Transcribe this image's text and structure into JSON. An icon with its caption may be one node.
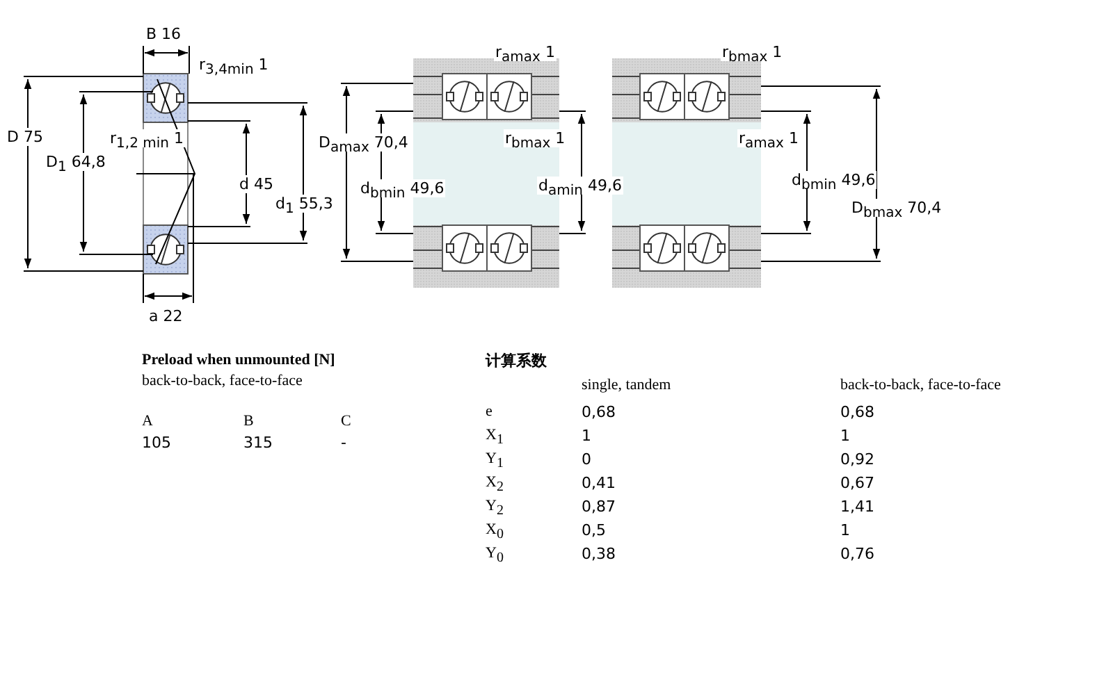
{
  "diagram": {
    "labels": [
      "B 16",
      "r$_{3,4min}$ 1",
      "D 75",
      "D$_{1}$ 64,8",
      "r$_{1,2 min}$ 1",
      "d 45",
      "d$_{1}$ 55,3",
      "a 22",
      "r$_{amax}$ 1",
      "r$_{bmax}$ 1",
      "D$_{amax}$ 70,4",
      "r$_{bmax}$ 1",
      "r$_{amax}$ 1",
      "d$_{bmin}$ 49,6",
      "d$_{amin}$ 49,6",
      "d$_{bmin}$ 49,6",
      "D$_{bmax}$ 70,4",
      "Preload when unmounted [N]",
      "back-to-back, face-to-face",
      "A",
      "B",
      "C",
      "105",
      "315",
      "-",
      "计算系数",
      "single, tandem",
      "back-to-back, face-to-face",
      "e",
      "0,68",
      "0,68",
      "X$_{1}$",
      "1",
      "1",
      "Y$_{1}$",
      "0",
      "0,92",
      "X$_{2}$",
      "0,41",
      "0,67",
      "Y$_{2}$",
      "0,87",
      "1,41",
      "X$_{0}$",
      "0,5",
      "1",
      "Y$_{0}$",
      "0,38",
      "0,76"
    ]
  }
}
